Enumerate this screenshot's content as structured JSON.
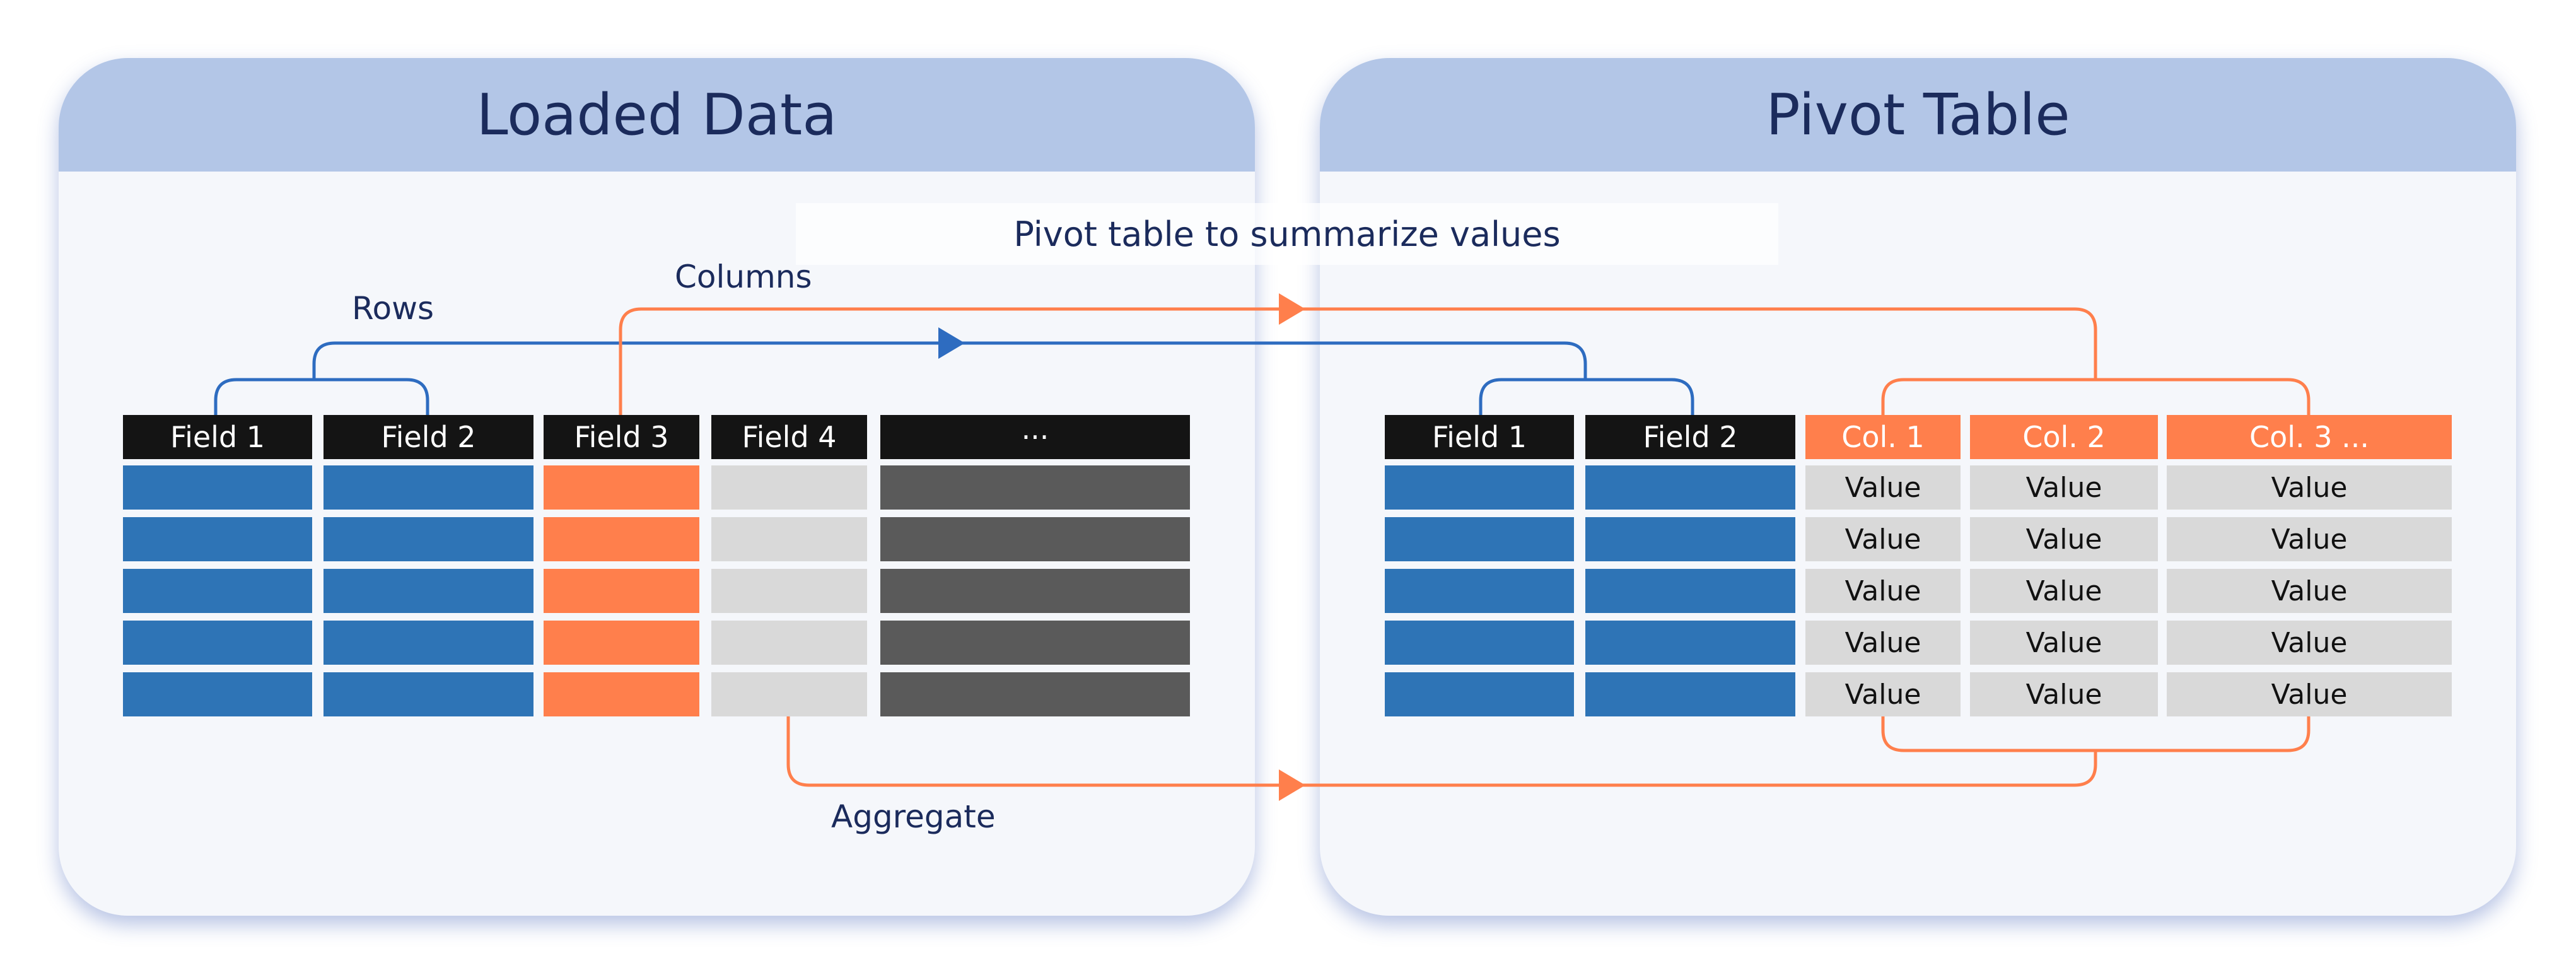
{
  "panels": {
    "left_title": "Loaded Data",
    "right_title": "Pivot Table"
  },
  "subtitle": "Pivot table to summarize values",
  "labels": {
    "rows": "Rows",
    "columns": "Columns",
    "aggregate": "Aggregate"
  },
  "loaded_table": {
    "headers": [
      "Field 1",
      "Field 2",
      "Field 3",
      "Field 4",
      "···"
    ],
    "column_roles": [
      "row-field",
      "row-field",
      "column-field",
      "value-field",
      "other"
    ],
    "row_count": 5
  },
  "pivot_table": {
    "row_headers": [
      "Field 1",
      "Field 2"
    ],
    "col_headers": [
      "Col. 1",
      "Col. 2",
      "Col. 3 ..."
    ],
    "values": [
      [
        "Value",
        "Value",
        "Value"
      ],
      [
        "Value",
        "Value",
        "Value"
      ],
      [
        "Value",
        "Value",
        "Value"
      ],
      [
        "Value",
        "Value",
        "Value"
      ],
      [
        "Value",
        "Value",
        "Value"
      ]
    ]
  },
  "colors": {
    "panel_header": "#b3c6e7",
    "panel_body": "#f5f7fb",
    "title_text": "#1b2b5c",
    "header_black": "#141414",
    "row_blue": "#2e74b6",
    "accent_orange": "#ff7f4c",
    "value_grey": "#d9d9d9",
    "other_dark": "#5a5a5a",
    "rows_arrow": "#2e6cc0",
    "orange_arrow": "#ff7f4c"
  }
}
